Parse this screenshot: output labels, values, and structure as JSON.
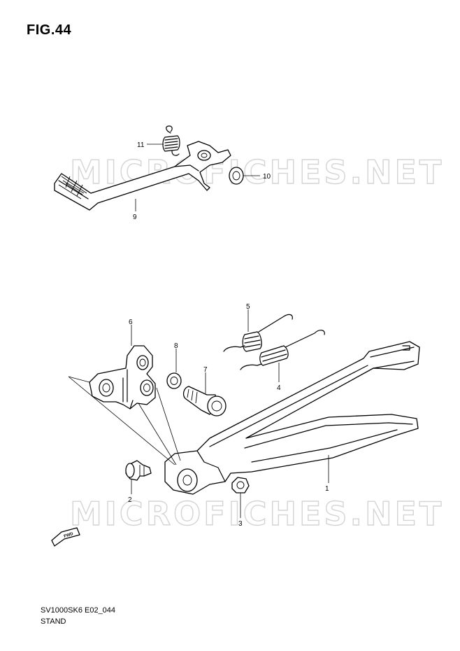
{
  "figure": {
    "title": "FIG.44",
    "model_code": "SV1000SK6 E02_044",
    "section": "STAND"
  },
  "watermarks": [
    "MICROFICHES.NET",
    "MICROFICHES.NET"
  ],
  "callouts": {
    "c1": "1",
    "c2": "2",
    "c3": "3",
    "c4": "4",
    "c5": "5",
    "c6": "6",
    "c7": "7",
    "c8": "8",
    "c9": "9",
    "c10": "10",
    "c11": "11"
  },
  "fwd_label": "FWD"
}
